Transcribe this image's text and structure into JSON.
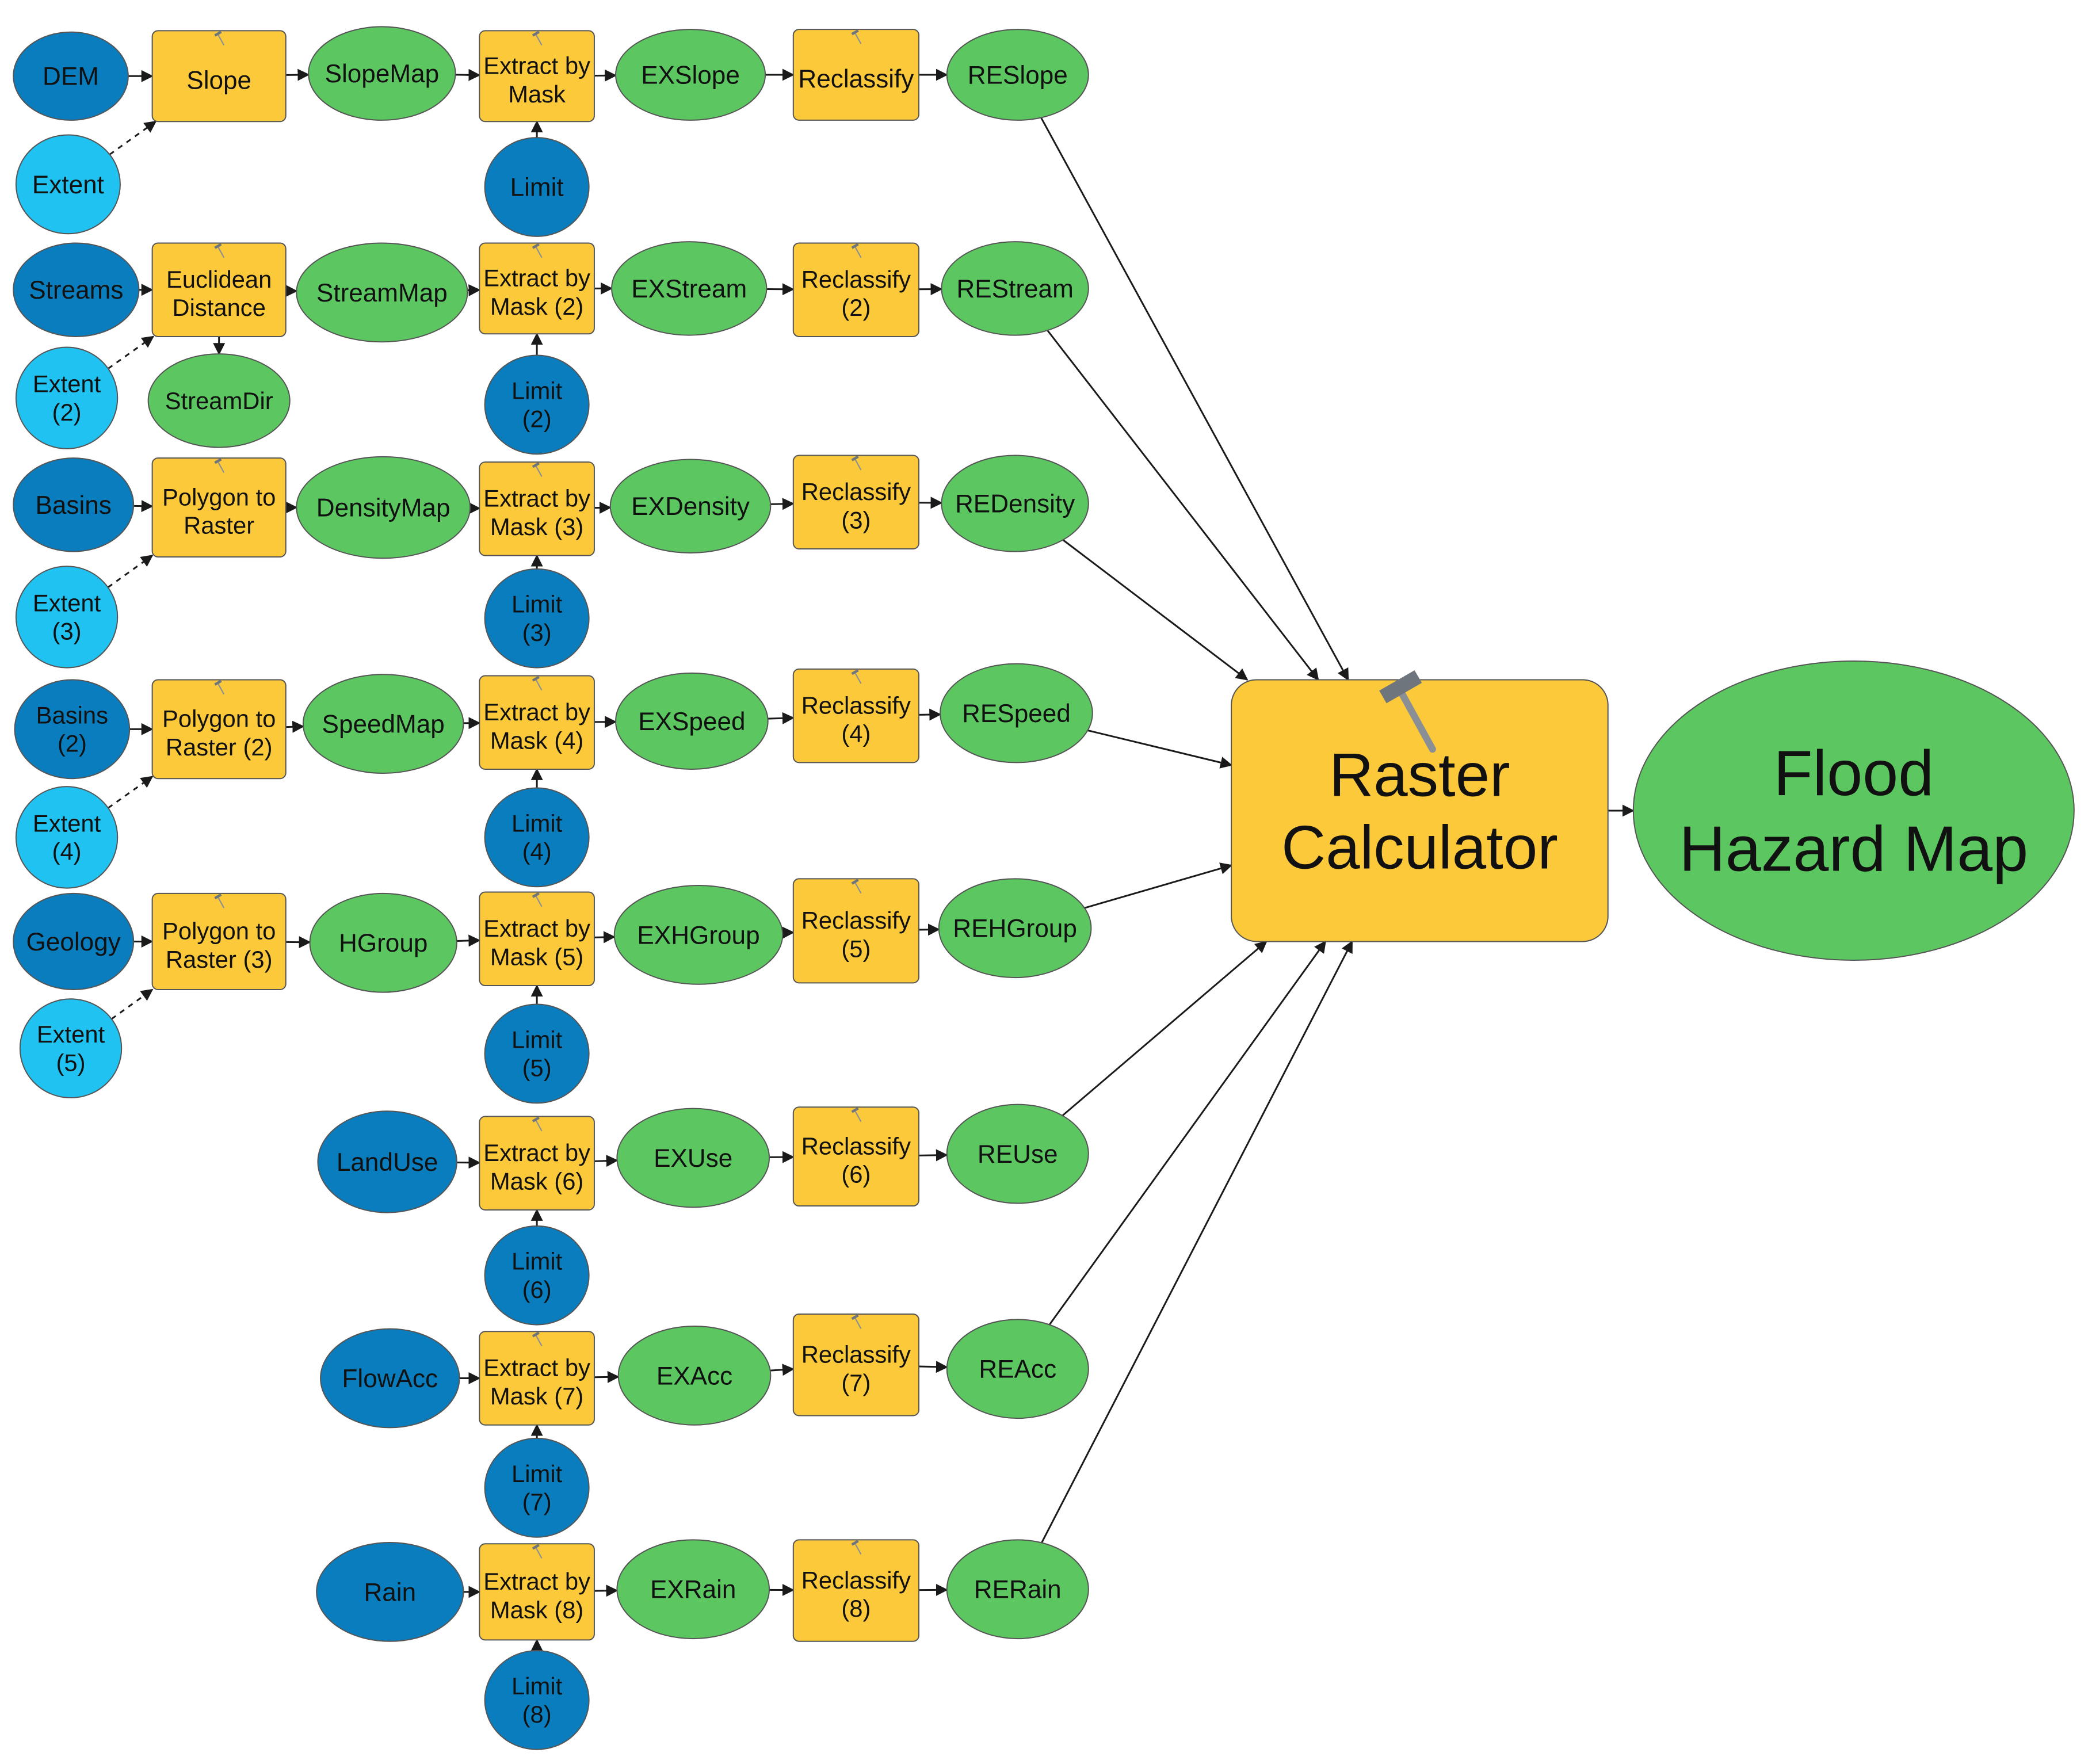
{
  "colors": {
    "data_dark": "#0A7DBE",
    "data_light": "#1FC2F0",
    "derived": "#5CC761",
    "tool": "#FCC93A",
    "edge": "#1a1a1a"
  },
  "icons": {
    "tool": "hammer-icon"
  },
  "nodes": {
    "dem": "DEM",
    "extent1": "Extent",
    "slope": "Slope",
    "slopemap": "SlopeMap",
    "extract1": "Extract by\nMask",
    "limit1": "Limit",
    "exslope": "EXSlope",
    "reclass1": "Reclassify",
    "reslope": "RESlope",
    "streams": "Streams",
    "extent2": "Extent\n(2)",
    "euclid": "Euclidean\nDistance",
    "streammap": "StreamMap",
    "streamdir": "StreamDir",
    "extract2": "Extract by\nMask (2)",
    "limit2": "Limit\n(2)",
    "exstream": "EXStream",
    "reclass2": "Reclassify\n(2)",
    "restream": "REStream",
    "basins": "Basins",
    "extent3": "Extent\n(3)",
    "p2r1": "Polygon to\nRaster",
    "densitymap": "DensityMap",
    "extract3": "Extract by\nMask (3)",
    "limit3": "Limit\n(3)",
    "exdensity": "EXDensity",
    "reclass3": "Reclassify\n(3)",
    "redensity": "REDensity",
    "basins2": "Basins\n(2)",
    "extent4": "Extent\n(4)",
    "p2r2": "Polygon to\nRaster (2)",
    "speedmap": "SpeedMap",
    "extract4": "Extract by\nMask (4)",
    "limit4": "Limit\n(4)",
    "exspeed": "EXSpeed",
    "reclass4": "Reclassify\n(4)",
    "respeed": "RESpeed",
    "geology": "Geology",
    "extent5": "Extent\n(5)",
    "p2r3": "Polygon to\nRaster (3)",
    "hgroup": "HGroup",
    "extract5": "Extract by\nMask (5)",
    "limit5": "Limit\n(5)",
    "exhgroup": "EXHGroup",
    "reclass5": "Reclassify\n(5)",
    "rehgroup": "REHGroup",
    "landuse": "LandUse",
    "extract6": "Extract by\nMask (6)",
    "limit6": "Limit\n(6)",
    "exuse": "EXUse",
    "reclass6": "Reclassify\n(6)",
    "reuse": "REUse",
    "flowacc": "FlowAcc",
    "extract7": "Extract by\nMask (7)",
    "limit7": "Limit\n(7)",
    "exacc": "EXAcc",
    "reclass7": "Reclassify\n(7)",
    "reacc": "REAcc",
    "rain": "Rain",
    "extract8": "Extract by\nMask (8)",
    "limit8": "Limit\n(8)",
    "exrain": "EXRain",
    "reclass8": "Reclassify\n(8)",
    "rerain": "RERain",
    "rastercalc": "Raster\nCalculator",
    "flood": "Flood\nHazard Map"
  }
}
